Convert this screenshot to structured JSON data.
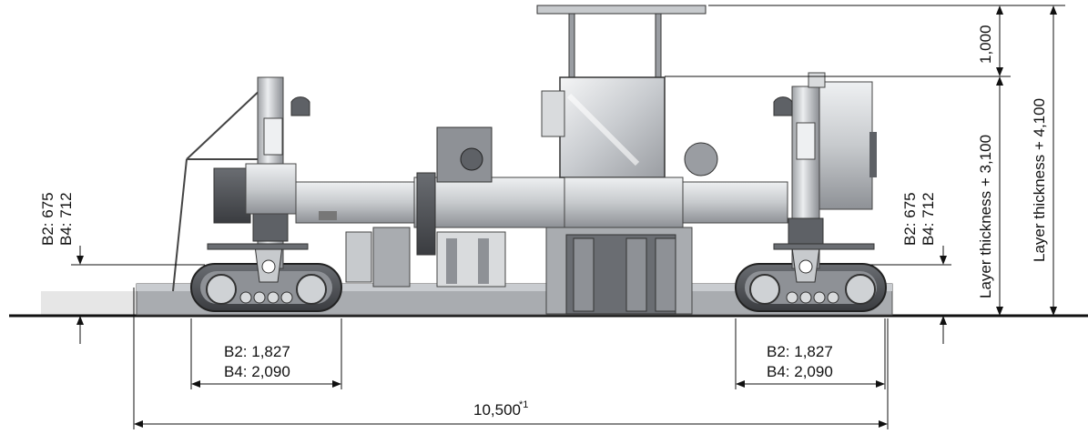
{
  "labels": {
    "left_height_b2": "B2: 675",
    "left_height_b4": "B4: 712",
    "right_height_b2": "B2: 675",
    "right_height_b4": "B4: 712",
    "top_offset": "1,000",
    "layer_3100": "Layer thickness + 3,100",
    "layer_4100": "Layer thickness + 4,100",
    "left_track_b2": "B2: 1,827",
    "left_track_b4": "B4: 2,090",
    "right_track_b2": "B2: 1,827",
    "right_track_b4": "B4: 2,090",
    "overall_length": "10,500",
    "footnote_mark": "*1"
  },
  "colors": {
    "line": "#111111",
    "machine_light": "#d9dbdd",
    "machine_mid": "#a9acb0",
    "machine_dark": "#5e6166",
    "machine_darkest": "#3a3c40",
    "pavement": "#e6e6e6"
  }
}
